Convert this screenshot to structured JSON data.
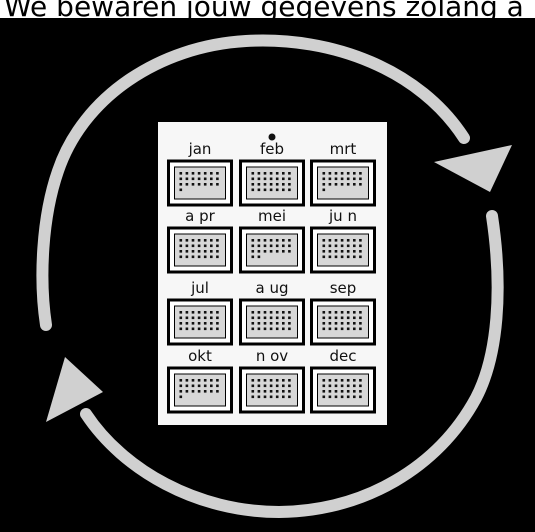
{
  "caption": "We bewaren jouw gegevens zolang a",
  "colors": {
    "background": "#000000",
    "arrow": "#d0d0d0",
    "paper": "#f7f7f7",
    "calendar_outline": "#000000",
    "calendar_fill": "#d7d7d7",
    "dot": "#111111"
  },
  "months": [
    {
      "label": "jan"
    },
    {
      "label": "feb"
    },
    {
      "label": "mrt"
    },
    {
      "label": "a pr"
    },
    {
      "label": "mei"
    },
    {
      "label": "ju n"
    },
    {
      "label": "jul"
    },
    {
      "label": "a ug"
    },
    {
      "label": "sep"
    },
    {
      "label": "okt"
    },
    {
      "label": "n ov"
    },
    {
      "label": "dec"
    }
  ],
  "icons": {
    "cycle": "circular-arrows-icon",
    "calendar": "calendar-icon"
  }
}
